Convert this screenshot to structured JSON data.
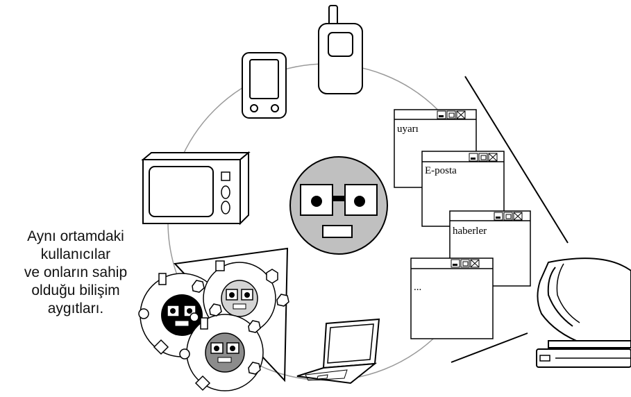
{
  "caption": {
    "line1": "Aynı ortamdaki",
    "line2": "kullanıcılar",
    "line3": "ve onların sahip",
    "line4": "olduğu bilişim",
    "line5": "aygıtları."
  },
  "windows": {
    "alert": "uyarı",
    "email": "E-posta",
    "news": "haberler",
    "more": "..."
  },
  "devices": [
    "mobile-phone",
    "pda",
    "microwave",
    "laptop",
    "desktop-computer"
  ],
  "colors": {
    "stroke": "#000000",
    "ring": "#9a9a9a",
    "face_center": "#c0c0c0",
    "face_dark": "#000000",
    "face_mid": "#8c8c8c",
    "face_light": "#d4d4d4"
  }
}
